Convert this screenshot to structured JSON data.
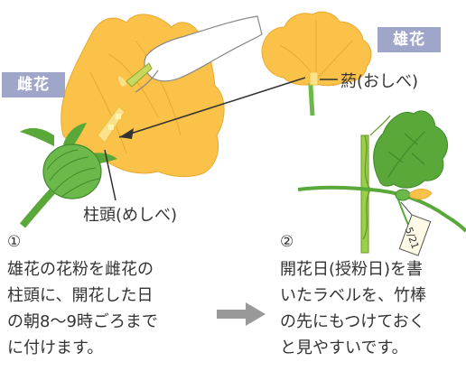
{
  "badges": {
    "female": "雌花",
    "male": "雄花"
  },
  "labels": {
    "anther": "葯(おしべ)",
    "stigma": "柱頭(めしべ)",
    "tag": "5/21"
  },
  "steps": [
    {
      "number": "①",
      "lines": [
        "雄花の花粉を雌花の",
        "柱頭に、開花した日",
        "の朝8〜9時ごろまで",
        "に付けます。"
      ]
    },
    {
      "number": "②",
      "lines": [
        "開花日(授粉日)を書",
        "いたラベルを、竹棒",
        "の先にもつけておく",
        "と見やすいです。"
      ]
    }
  ],
  "colors": {
    "petal": "#fbc24a",
    "petal_light": "#fde08a",
    "leaf": "#5aa83a",
    "leaf_dark": "#3f8a2a",
    "ovary": "#6cb84a",
    "badge": "#9fa6c9",
    "arrow_gray": "#999999"
  }
}
